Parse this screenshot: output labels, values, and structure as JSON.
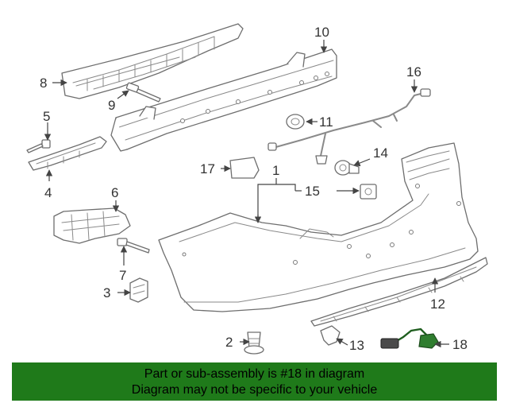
{
  "callouts": {
    "c1": "1",
    "c2": "2",
    "c3": "3",
    "c4": "4",
    "c5": "5",
    "c6": "6",
    "c7": "7",
    "c8": "8",
    "c9": "9",
    "c10": "10",
    "c11": "11",
    "c12": "12",
    "c13": "13",
    "c14": "14",
    "c15": "15",
    "c16": "16",
    "c17": "17",
    "c18": "18"
  },
  "highlighted_part": "18",
  "colors": {
    "banner": "#1f7a1a",
    "highlight": "#2f7d2f",
    "lines": "#6e6e6e"
  },
  "footer": {
    "line1": "Part or sub-assembly is #18 in diagram",
    "line2": "Diagram may not be specific to your vehicle"
  }
}
